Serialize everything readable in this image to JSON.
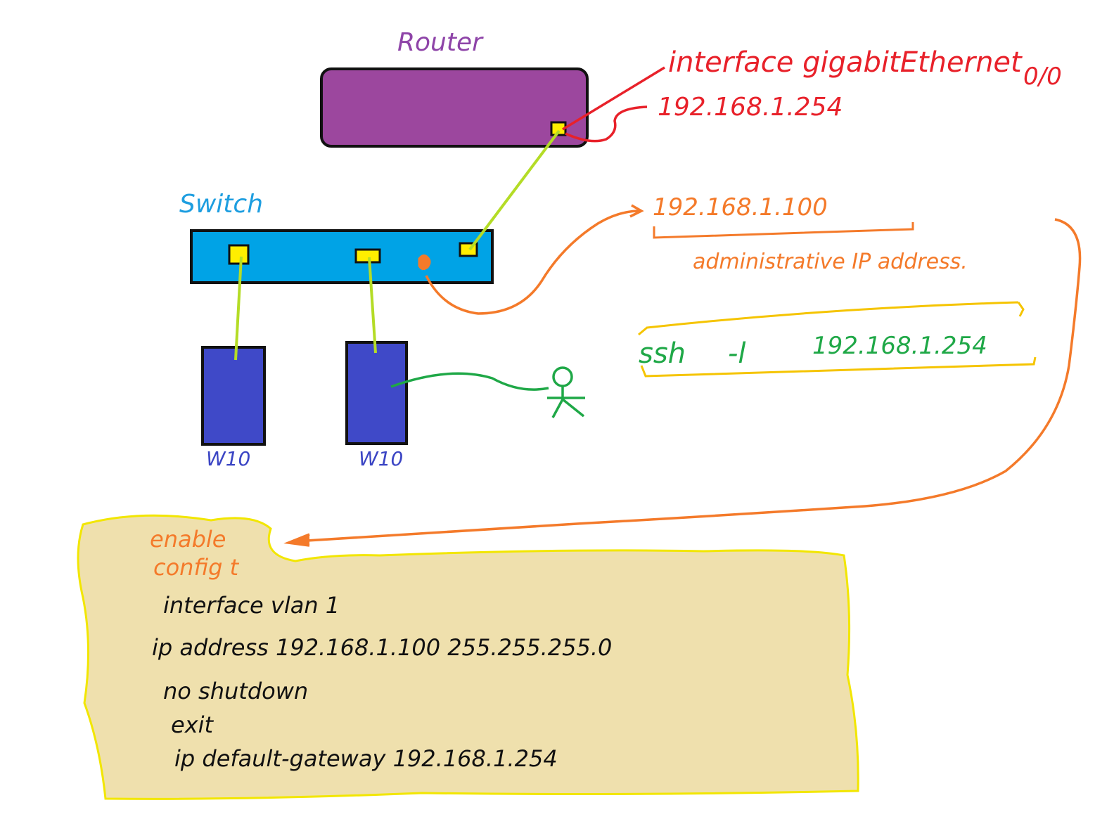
{
  "colors": {
    "router_fill": "#9c479e",
    "switch_fill": "#00a3e6",
    "pc_fill": "#3f49c8",
    "port_fill": "#ffee00",
    "cable": "#b4dc26",
    "red_ink": "#e8212a",
    "orange_ink": "#f47a2a",
    "yellow_ink": "#f5c400",
    "green_ink": "#1fa847",
    "purple_ink": "#8e44a8",
    "blue_ink": "#1e9ee0",
    "pc_label_ink": "#3b45c4",
    "note_fill": "#efe0ad",
    "note_border": "#f2e600",
    "black_ink": "#111111"
  },
  "labels": {
    "router": "Router",
    "switch": "Switch",
    "pc_left": "W10",
    "pc_right": "W10"
  },
  "router_annotation": {
    "interface_line1": "interface gigabitEthernet",
    "interface_line2": "0/0",
    "ip": "192.168.1.254"
  },
  "switch_annotation": {
    "ip": "192.168.1.100",
    "caption": "administrative IP address."
  },
  "ssh_command": {
    "cmd": "ssh",
    "flag": "-l",
    "target": "192.168.1.254"
  },
  "config_note": {
    "orange_lines": [
      "enable",
      "config t"
    ],
    "lines": [
      "interface vlan 1",
      "ip address 192.168.1.100  255.255.255.0",
      "no shutdown",
      "exit",
      "ip default-gateway  192.168.1.254"
    ]
  },
  "icons": {
    "user": "stick-figure-user-icon"
  }
}
